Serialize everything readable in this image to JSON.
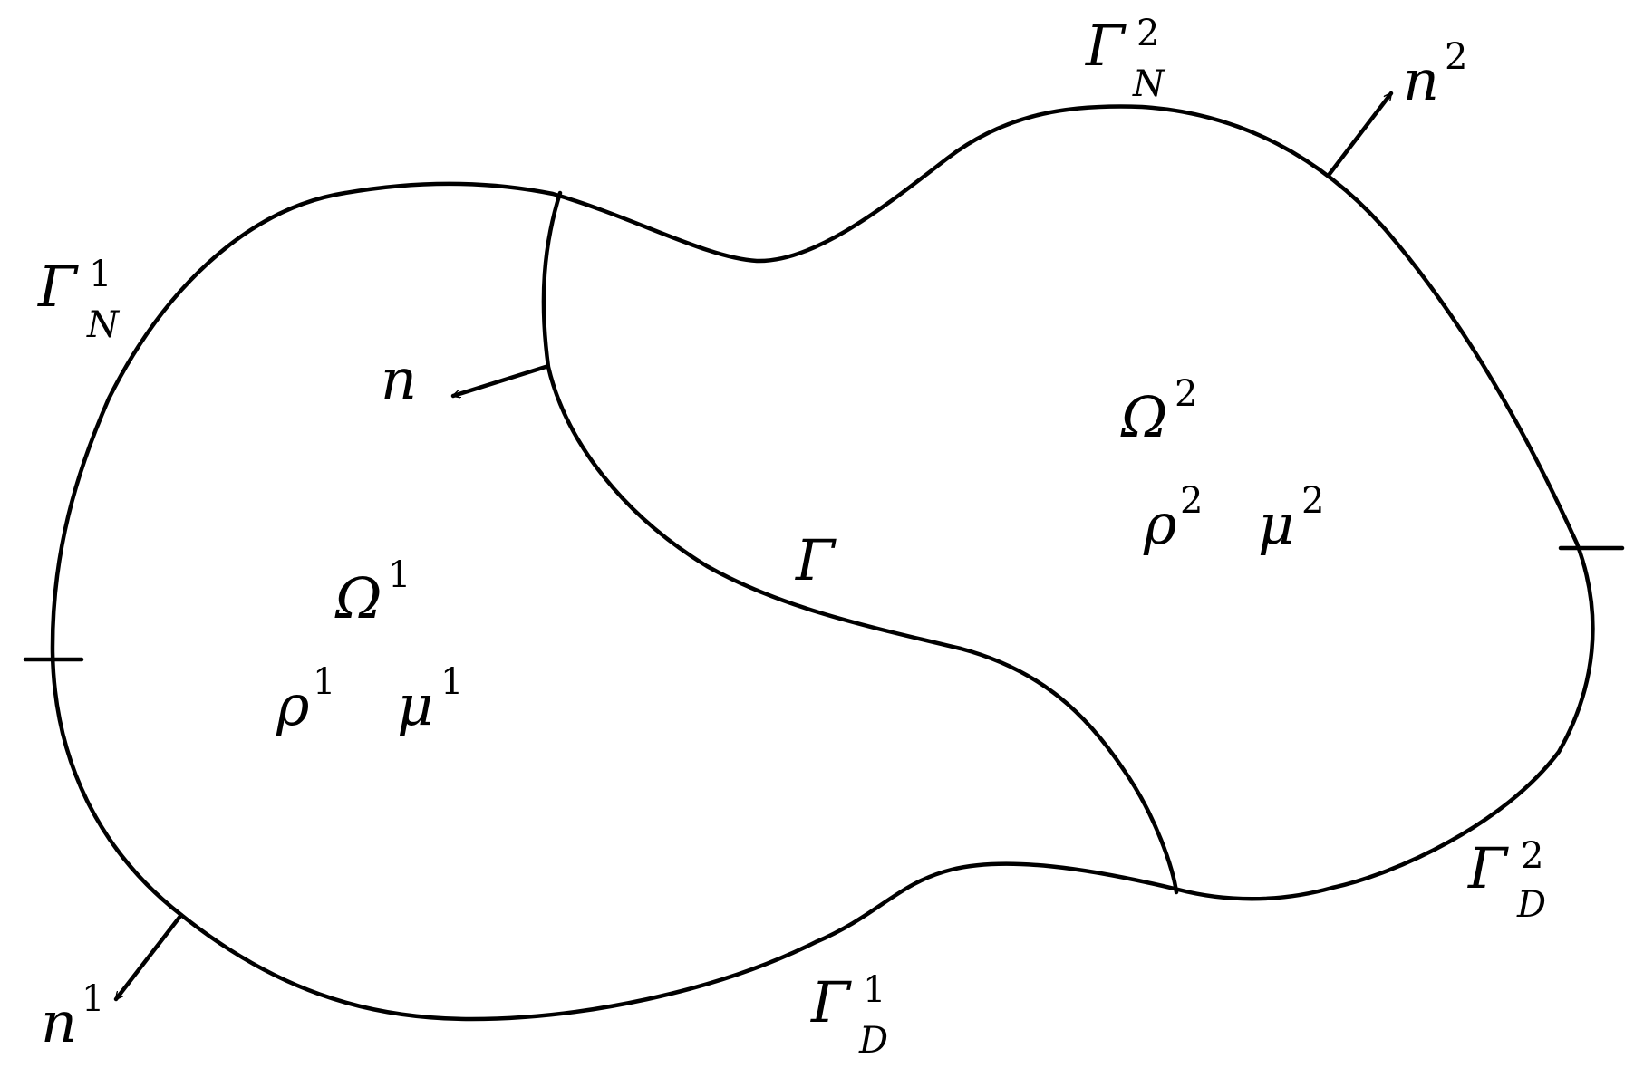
{
  "diagram": {
    "colors": {
      "stroke": "#000000",
      "background": "#ffffff"
    },
    "labels": {
      "gamma_n1": {
        "symbol": "Γ",
        "sup": "1",
        "sub": "N"
      },
      "gamma_n2": {
        "symbol": "Γ",
        "sup": "2",
        "sub": "N"
      },
      "gamma_d1": {
        "symbol": "Γ",
        "sup": "1",
        "sub": "D"
      },
      "gamma_d2": {
        "symbol": "Γ",
        "sup": "2",
        "sub": "D"
      },
      "gamma": {
        "symbol": "Γ"
      },
      "omega1": {
        "symbol": "Ω",
        "sup": "1"
      },
      "omega2": {
        "symbol": "Ω",
        "sup": "2"
      },
      "rho1": {
        "symbol": "ρ",
        "sup": "1"
      },
      "mu1": {
        "symbol": "μ",
        "sup": "1"
      },
      "rho2": {
        "symbol": "ρ",
        "sup": "2"
      },
      "mu2": {
        "symbol": "μ",
        "sup": "2"
      },
      "n": {
        "symbol": "n"
      },
      "n1": {
        "symbol": "n",
        "sup": "1"
      },
      "n2": {
        "symbol": "n",
        "sup": "2"
      }
    }
  }
}
